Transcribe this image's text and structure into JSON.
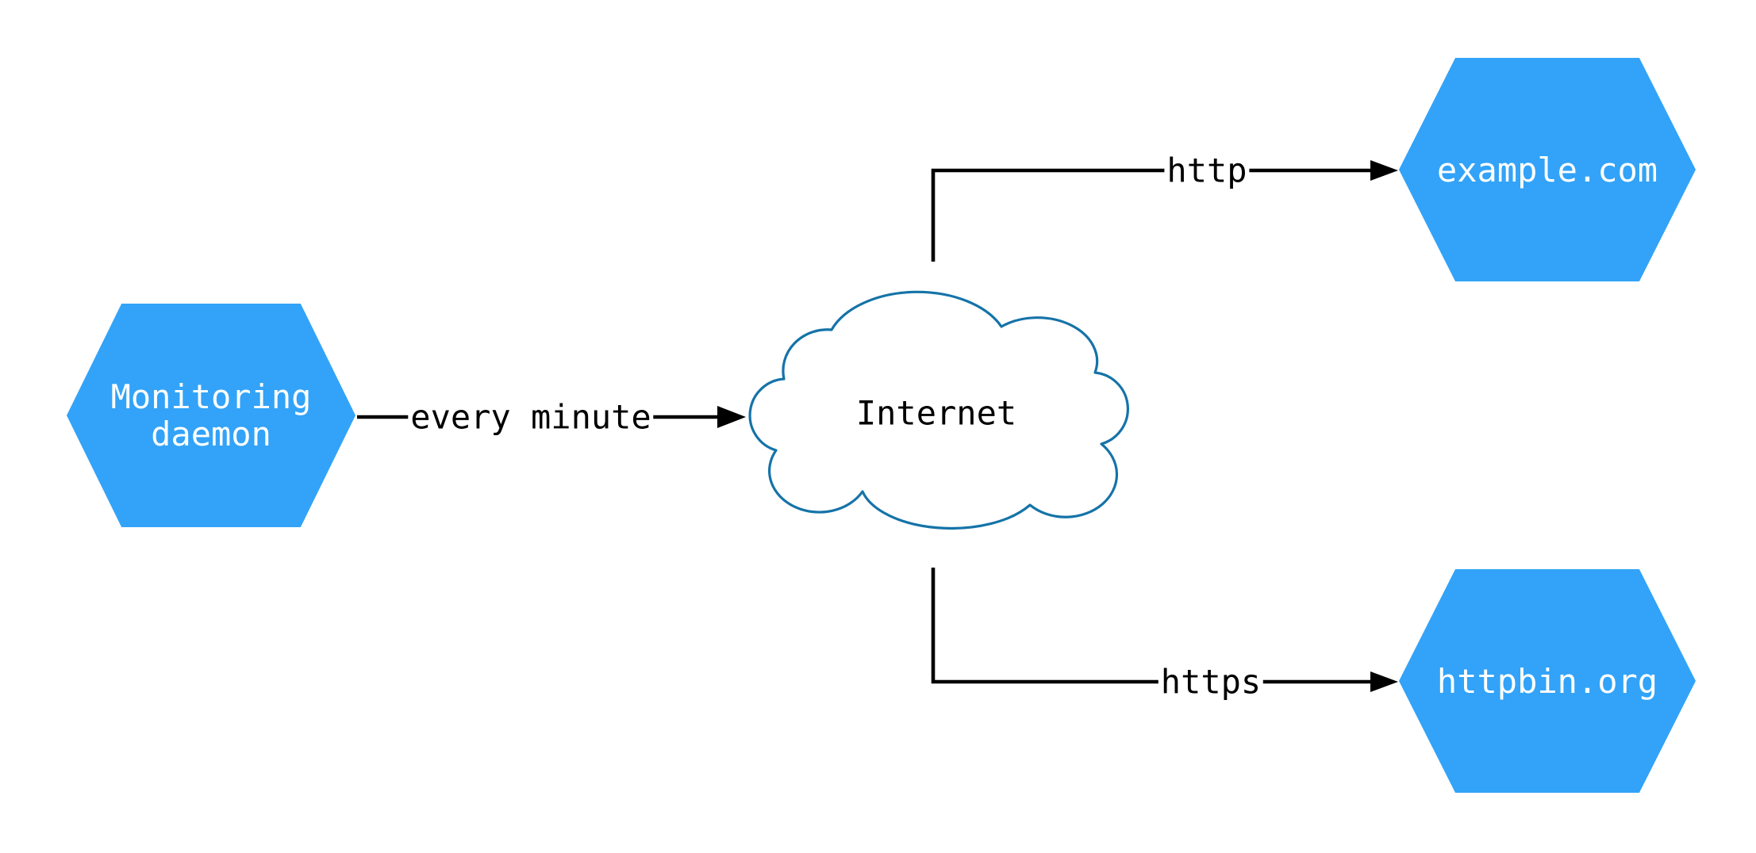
{
  "diagram": {
    "type": "network-flow-diagram",
    "background_color": "#ffffff",
    "colors": {
      "node_fill": "#32a3f8",
      "node_text": "#ffffff",
      "cloud_stroke": "#1573a8",
      "cloud_fill": "#ffffff",
      "edge_line": "#000000",
      "edge_text": "#000000"
    },
    "nodes": [
      {
        "id": "monitoring-daemon",
        "shape": "hexagon",
        "label": "Monitoring daemon"
      },
      {
        "id": "internet",
        "shape": "cloud",
        "label": "Internet"
      },
      {
        "id": "example-com",
        "shape": "hexagon",
        "label": "example.com"
      },
      {
        "id": "httpbin-org",
        "shape": "hexagon",
        "label": "httpbin.org"
      }
    ],
    "edges": [
      {
        "from": "monitoring-daemon",
        "to": "internet",
        "label": "every minute",
        "arrow": "right"
      },
      {
        "from": "internet",
        "to": "example-com",
        "label": "http",
        "arrow": "right"
      },
      {
        "from": "internet",
        "to": "httpbin-org",
        "label": "https",
        "arrow": "right"
      }
    ]
  }
}
